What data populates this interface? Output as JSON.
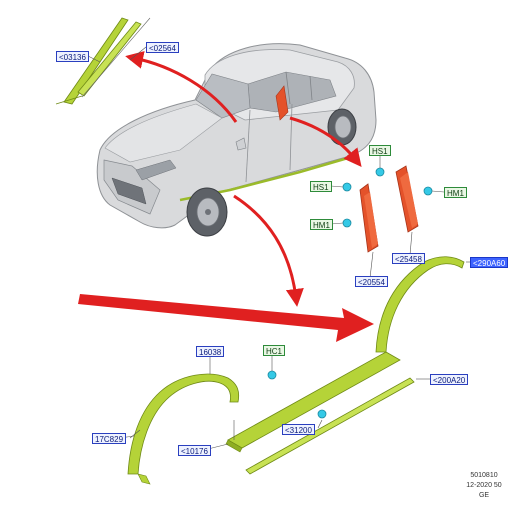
{
  "labels": {
    "p03136": "<03136",
    "p02564": "<02564",
    "hs1_top": "HS1",
    "hs1_left": "HS1",
    "hm1_left": "HM1",
    "hm1_right": "HM1",
    "p20554": "<20554",
    "p25458": "<25458",
    "p290a60": "<290A60",
    "p16038": "16038",
    "hc1": "HC1",
    "p200a20": "<200A20",
    "p17c829": "17C829",
    "p31200": "<31200",
    "p10176": "<10176"
  },
  "footer": {
    "code": "5010810",
    "date": "12-2020 50",
    "region": "GE"
  },
  "colors": {
    "trim_green": "#b5d338",
    "applique_red": "#e4522a",
    "arrow_red": "#e02020",
    "clip_cyan": "#35c9e6",
    "car_gray": "#d9dadc"
  }
}
